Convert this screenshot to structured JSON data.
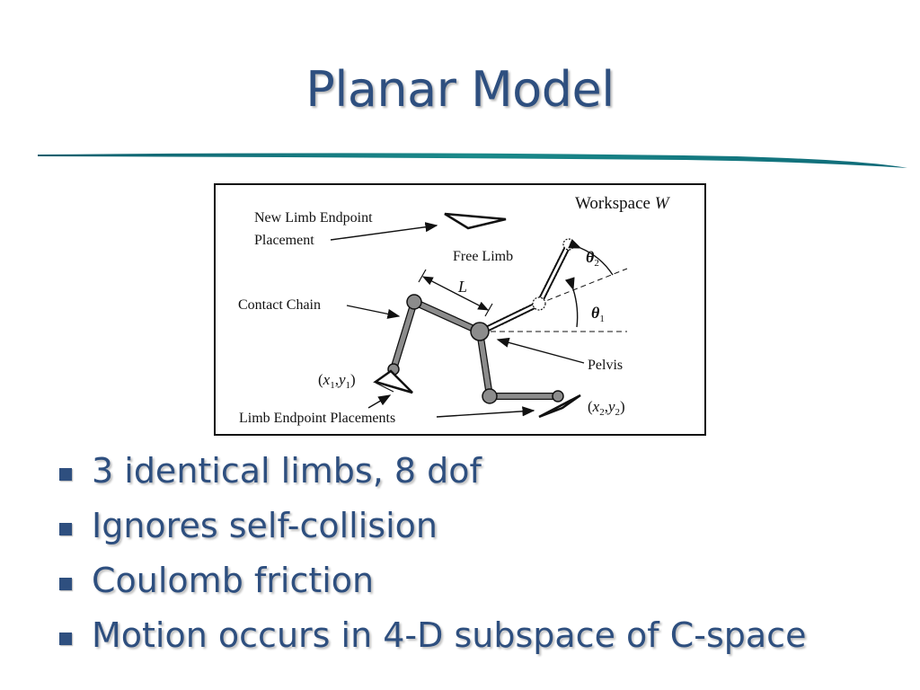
{
  "slide": {
    "title": "Planar Model"
  },
  "figure": {
    "workspace_label": "Workspace",
    "workspace_symbol": "W",
    "new_endpoint_line1": "New Limb Endpoint",
    "new_endpoint_line2": "Placement",
    "free_limb": "Free Limb",
    "contact_chain": "Contact Chain",
    "link_length": "L",
    "theta": "θ",
    "theta1_sub": "1",
    "theta2_sub": "2",
    "pelvis": "Pelvis",
    "point1_x": "x",
    "point1_y": "y",
    "point1_sub": "1",
    "point2_x": "x",
    "point2_y": "y",
    "point2_sub": "2",
    "endpoint_placements": "Limb Endpoint Placements"
  },
  "bullets": [
    "3 identical limbs, 8 dof",
    "Ignores self-collision",
    "Coulomb friction",
    "Motion occurs in 4-D subspace of C-space"
  ],
  "colors": {
    "text": "#2e4f7f",
    "divider": "#1a8a8a",
    "limb": "#8c8c8c"
  }
}
